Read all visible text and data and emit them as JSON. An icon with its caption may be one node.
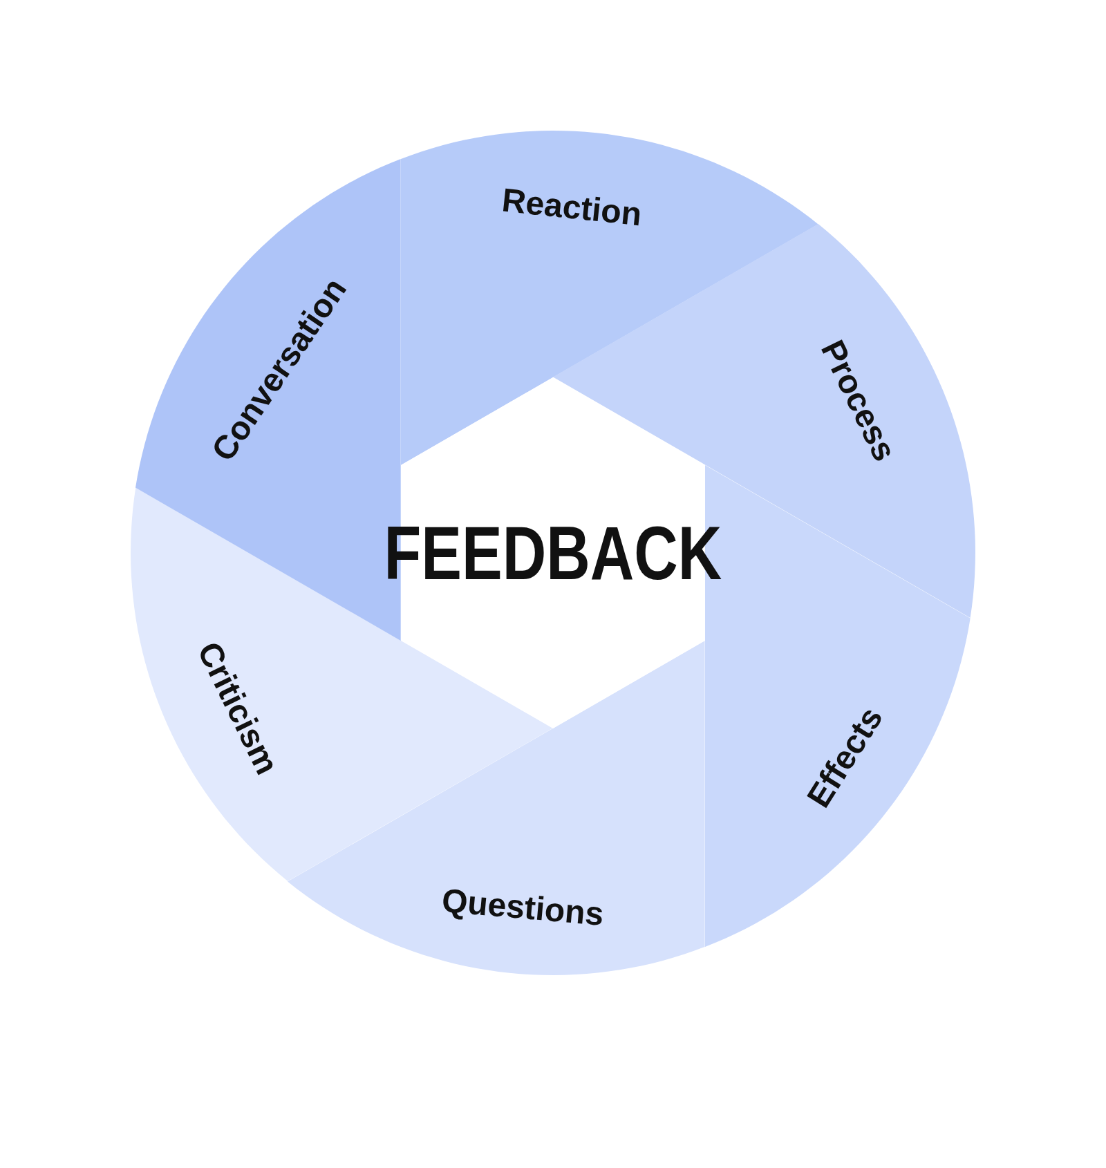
{
  "diagram": {
    "nodes": [
      {
        "text": [
          "FEEDBACK"
        ]
      },
      {
        "text": [
          "Reaction"
        ]
      },
      {
        "text": [
          "Process"
        ]
      },
      {
        "text": [
          "Effects"
        ]
      },
      {
        "text": [
          "Questions"
        ]
      },
      {
        "text": [
          "Criticism"
        ]
      },
      {
        "text": [
          "Conversation"
        ]
      }
    ]
  }
}
